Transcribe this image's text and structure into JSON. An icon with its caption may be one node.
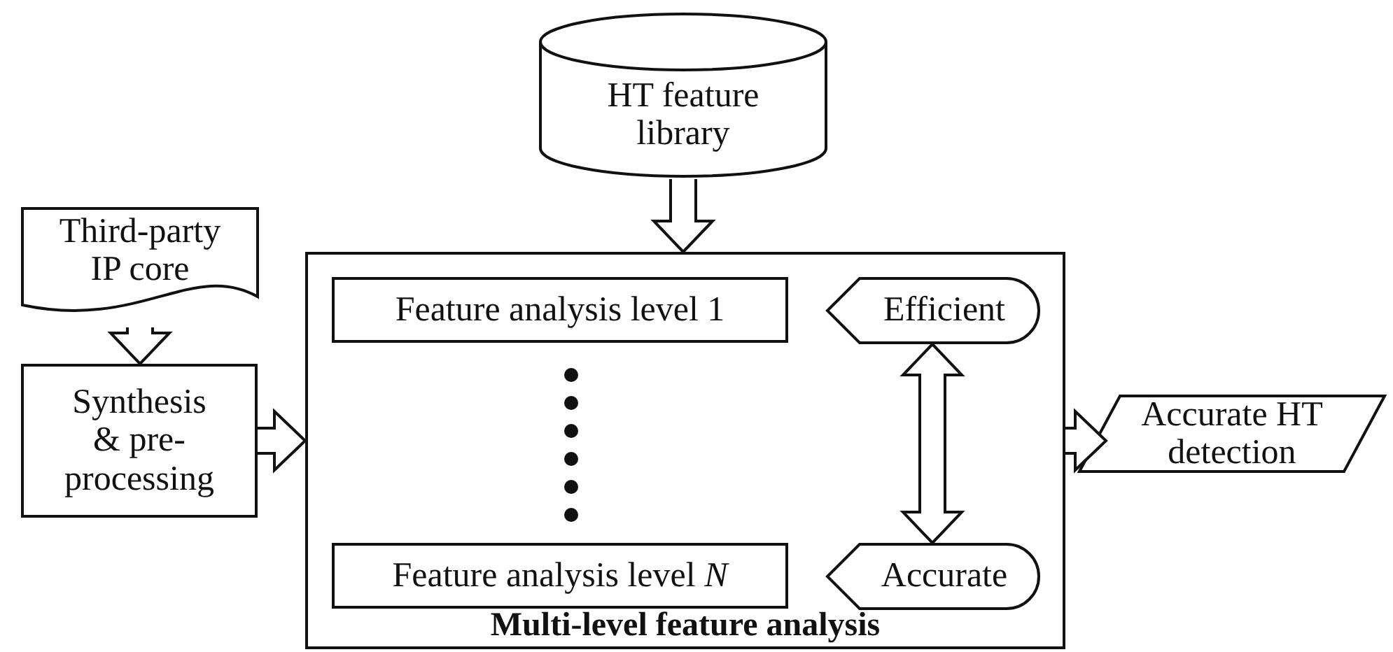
{
  "diagram": {
    "nodes": [
      {
        "text": [
          "HT feature library"
        ]
      },
      {
        "text": [
          "Third-party IP core"
        ]
      },
      {
        "text": [
          "Synthesis & pre-processing"
        ]
      },
      {
        "text": [
          "Multi-level feature analysis"
        ]
      },
      {
        "text": [
          "Feature analysis level 1"
        ],
        "in": 3
      },
      {
        "text": [
          "Efficient"
        ],
        "in": 3
      },
      {
        "text": [
          "Feature analysis level *N*"
        ],
        "in": 3
      },
      {
        "text": [
          "Accurate"
        ],
        "in": 3
      },
      {
        "text": [
          "Accurate HT detection"
        ]
      }
    ],
    "edges": [
      {
        "from": 0,
        "to": 3,
        "arrow": "to"
      },
      {
        "from": 1,
        "to": 2,
        "arrow": "to"
      },
      {
        "from": 2,
        "to": 3,
        "arrow": "to"
      },
      {
        "from": 3,
        "to": 8,
        "arrow": "to"
      },
      {
        "from": 5,
        "to": 7,
        "arrow": "both"
      }
    ]
  }
}
